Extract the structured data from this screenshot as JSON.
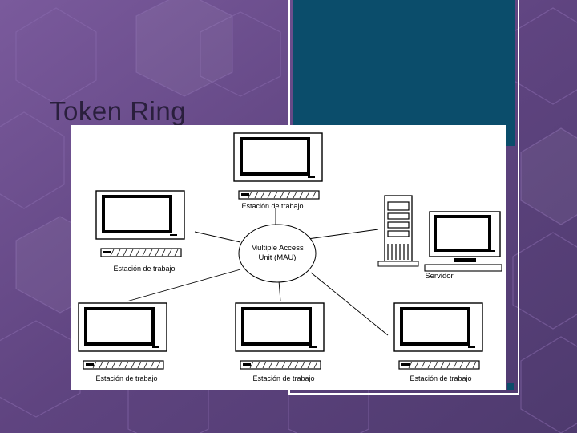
{
  "slide": {
    "title": "Token Ring",
    "colors": {
      "background": "#6a4c8c",
      "accent_panel": "#0b4d6b",
      "diagram_background": "#ffffff",
      "line": "#000000"
    }
  },
  "diagram": {
    "hub": {
      "line1": "Multiple Access",
      "line2": "Unit (MAU)"
    },
    "nodes": [
      {
        "id": "top",
        "label": "Estación de trabajo",
        "type": "workstation"
      },
      {
        "id": "left",
        "label": "Estación de trabajo",
        "type": "workstation"
      },
      {
        "id": "server",
        "label": "Servidor",
        "type": "server"
      },
      {
        "id": "bottom-left",
        "label": "Estación de trabajo",
        "type": "workstation"
      },
      {
        "id": "bottom-center",
        "label": "Estación de trabajo",
        "type": "workstation"
      },
      {
        "id": "bottom-right",
        "label": "Estación de trabajo",
        "type": "workstation"
      }
    ]
  }
}
